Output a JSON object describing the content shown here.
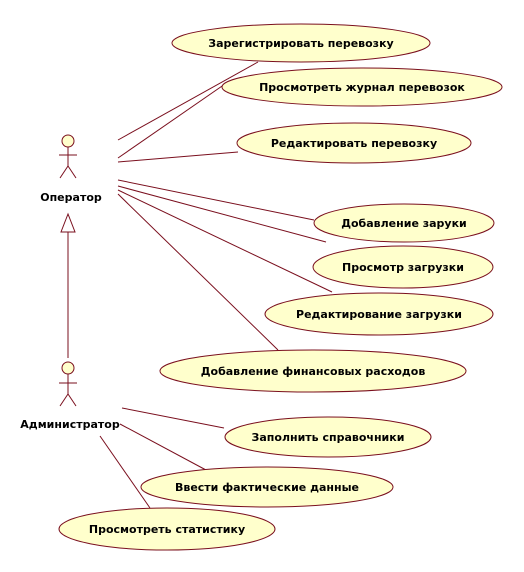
{
  "diagram": {
    "colors": {
      "usecase_fill": "#ffffcc",
      "usecase_stroke": "#7a0f1e",
      "line": "#7a0f1e",
      "actor_head_fill": "#ffffcc",
      "text": "#000000"
    },
    "actors": {
      "operator": {
        "label": "Оператор"
      },
      "admin": {
        "label": "Администратор"
      }
    },
    "use_cases": {
      "register": "Зарегистрировать перевозку",
      "view_log": "Просмотреть журнал перевозок",
      "edit_transport": "Редактировать перевозку",
      "add_load": "Добавление заруки",
      "view_load": "Просмотр загрузки",
      "edit_load": "Редактирование загрузки",
      "add_expenses": "Добавление финансовых расходов",
      "fill_refs": "Заполнить справочники",
      "enter_actual": "Ввести фактические данные",
      "view_stats": "Просмотреть статистику"
    }
  }
}
